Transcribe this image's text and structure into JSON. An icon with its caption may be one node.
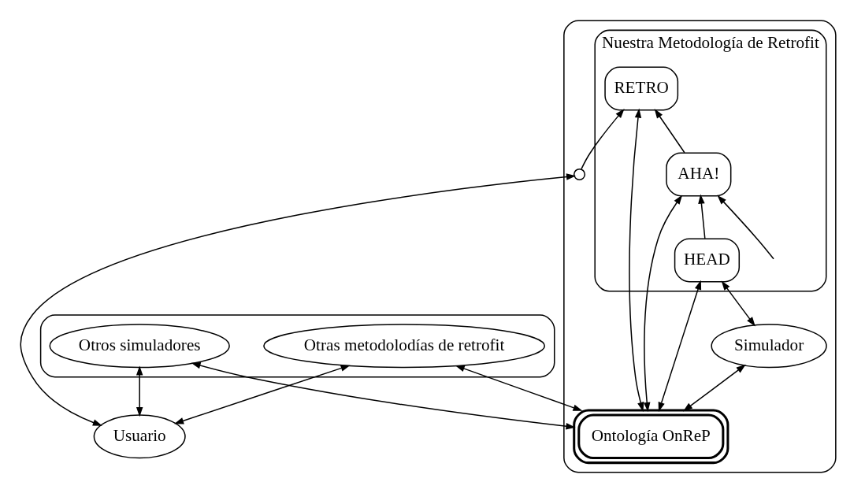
{
  "diagram": {
    "nodes": [
      {
        "text": [],
        "shape": "box"
      },
      {
        "text": [
          "Nuestra Metodología de Retrofit"
        ],
        "in": 0
      },
      {
        "text": [
          "RETRO"
        ],
        "in": 1
      },
      {
        "text": [
          "AHA!"
        ],
        "in": 1
      },
      {
        "text": [
          "HEAD"
        ],
        "in": 1
      },
      {
        "text": [
          "Simulador"
        ],
        "in": 0
      },
      {
        "text": [
          "Ontología OnReP"
        ],
        "in": 0
      },
      {
        "text": [],
        "shape": "circle",
        "in": 0
      },
      {
        "text": [],
        "shape": "box"
      },
      {
        "text": [
          "Otras metodolodías de retrofit"
        ],
        "in": 8
      },
      {
        "text": [
          "Otros simuladores"
        ],
        "in": 8
      },
      {
        "text": [
          "Usuario"
        ]
      }
    ],
    "edges": [
      {
        "from": 7,
        "to": 2,
        "arrow": "to"
      },
      {
        "from": 1,
        "to": 3,
        "arrow": "to"
      },
      {
        "from": 3,
        "to": 2,
        "arrow": "to"
      },
      {
        "from": 4,
        "to": 3,
        "arrow": "to"
      },
      {
        "from": 6,
        "to": 2,
        "arrow": "both"
      },
      {
        "from": 6,
        "to": 3,
        "arrow": "both"
      },
      {
        "from": 6,
        "to": 4,
        "arrow": "both"
      },
      {
        "from": 5,
        "to": 4,
        "arrow": "both"
      },
      {
        "from": 6,
        "to": 5,
        "arrow": "both"
      },
      {
        "from": 6,
        "to": 10,
        "arrow": "both"
      },
      {
        "from": 6,
        "to": 9,
        "arrow": "both"
      },
      {
        "from": 11,
        "to": 9,
        "arrow": "both"
      },
      {
        "from": 11,
        "to": 10,
        "arrow": "both"
      },
      {
        "from": 11,
        "to": 7,
        "arrow": "both"
      }
    ]
  }
}
